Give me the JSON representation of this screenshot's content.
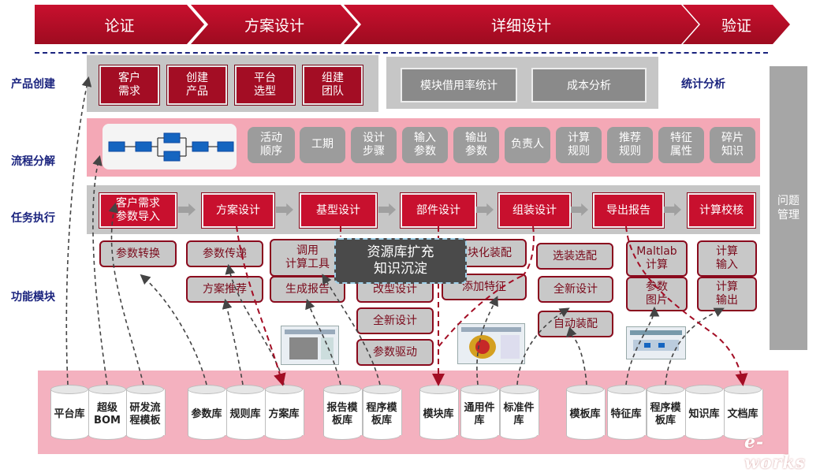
{
  "phases": [
    "论证",
    "方案设计",
    "详细设计",
    "验证"
  ],
  "rows": [
    "产品创建",
    "流程分解",
    "任务执行",
    "功能模块"
  ],
  "create": {
    "items": [
      "客户\n需求",
      "创建\n产品",
      "平台\n选型",
      "组建\n团队"
    ],
    "stats": [
      "模块借用率统计",
      "成本分析"
    ],
    "stats_label": "统计分析"
  },
  "flow_attrs": [
    "活动\n顺序",
    "工期",
    "设计\n步骤",
    "输入\n参数",
    "输出\n参数",
    "负责人",
    "计算\n规则",
    "推荐\n规则",
    "特征\n属性",
    "碎片\n知识"
  ],
  "tasks": [
    "客户需求\n参数导入",
    "方案设计",
    "基型设计",
    "部件设计",
    "组装设计",
    "导出报告",
    "计算校核"
  ],
  "side_label": "问题\n管理",
  "functions": {
    "param_convert": "参数转换",
    "param_pass": "参数传递",
    "call_tool": "调用\n计算工具",
    "modular_assembly": "模块化装配",
    "select_assembly": "选装选配",
    "maltlab": "Maltlab\n计算",
    "calc_input": "计算\n输入",
    "plan_recommend": "方案推荐",
    "gen_report": "生成报告",
    "modify_design": "改型设计",
    "add_feature": "添加特征",
    "new_design_right": "全新设计",
    "param_chart": "参数\n图片",
    "calc_output": "计算\n输出",
    "new_design_mid": "全新设计",
    "auto_assembly": "自动装配",
    "param_drive": "参数驱动"
  },
  "callout": "资源库扩充\n知识沉淀",
  "databases": [
    "平台库",
    "超级\nBOM",
    "研发流\n程模板",
    "参数库",
    "规则库",
    "方案库",
    "报告模\n板库",
    "程序模\n板库",
    "模块库",
    "通用件\n库",
    "标准件\n库",
    "模板库",
    "特征库",
    "程序模\n板库",
    "知识库",
    "文档库"
  ],
  "logo": "e-works",
  "colors": {
    "brand_red": "#c8102e",
    "dark_red": "#a30d24",
    "label_blue": "#1a237e",
    "pink": "#f4a8b6"
  }
}
